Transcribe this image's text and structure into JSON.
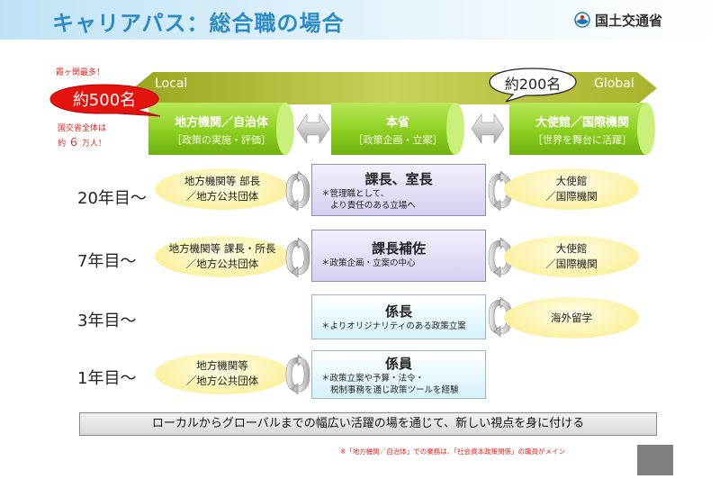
{
  "header": {
    "title": "キャリアパス：総合職の場合",
    "logo_text": "国土交通省",
    "logo_icon": "mlit-logo-icon"
  },
  "notes": {
    "kasumigaseki": "霞ヶ関最多！",
    "headcount_line1": "国交省全体は",
    "headcount_prefix": "約",
    "headcount_number": "６",
    "headcount_suffix": "万人！"
  },
  "band": {
    "left_label": "Local",
    "right_label": "Global"
  },
  "callouts": {
    "local_count": "約500名",
    "global_count": "約200名"
  },
  "top_blocks": [
    {
      "title": "地方機関／自治体",
      "subtitle": "［政策の実施・評価］"
    },
    {
      "title": "本省",
      "subtitle": "［政策企画・立案］"
    },
    {
      "title": "大使館／国際機関",
      "subtitle": "［世界を舞台に活躍］"
    }
  ],
  "rows": [
    {
      "year": "20年目～",
      "left": [
        "地方機関等 部長",
        "／地方公共団体"
      ],
      "position": "課長、室長",
      "desc": [
        "＊管理職として、",
        "より責任のある立場へ"
      ],
      "right": [
        "大使館",
        "／国際機関"
      ]
    },
    {
      "year": "7年目～",
      "left": [
        "地方機関等 課長・所長",
        "／地方公共団体"
      ],
      "position": "課長補佐",
      "desc": [
        "＊政策企画・立案の中心"
      ],
      "right": [
        "大使館",
        "／国際機関"
      ]
    },
    {
      "year": "3年目～",
      "position": "係長",
      "desc": [
        "＊よりオリジナリティのある政策立案"
      ],
      "right": [
        "海外留学"
      ]
    },
    {
      "year": "1年目～",
      "left": [
        "地方機関等",
        "／地方公共団体"
      ],
      "position": "係員",
      "desc": [
        "＊政策立案や予算・法令・",
        "税制事務を通じ政策ツールを経験"
      ]
    }
  ],
  "banner": "ローカルからグローバルまでの幅広い活躍の場を通じて、新しい視点を身に付ける",
  "footnote": "※「地方機関／自治体」での業務は、「社会資本政策関係」の職員がメイン",
  "colors": {
    "title_blue": "#2b8ac8",
    "accent_red": "#e0261c",
    "green_block": "#8ccf1f",
    "band_olive": "#b3bd3a",
    "position_purple": "#d6cff0",
    "position_cyan": "#d5f2fb",
    "ellipse_yellow": "#fbf2a3"
  }
}
